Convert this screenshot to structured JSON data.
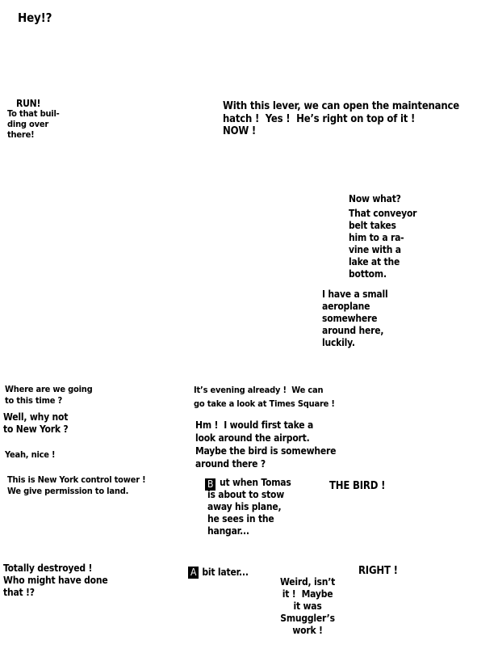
{
  "captions": {
    "hey": "Hey!?",
    "run": "RUN!",
    "building": "To that buil-\nding over\nthere!",
    "lever": "With this lever, we can open the maintenance\nhatch !  Yes !  He’s right on top of it !\nNOW !",
    "now_what": "Now what?",
    "conveyor": "That conveyor\nbelt takes\nhim to a ra-\nvine with a\nlake at the\nbottom.",
    "aeroplane": "I have a small\naeroplane\nsomewhere\naround here,\nluckily.",
    "where_going": "Where are we going\nto this time ?",
    "evening": "It’s evening already !  We can\ngo take a look at Times Square !",
    "new_york": "Well, why not\nto New York ?",
    "airport": "Hm !  I would first take a\nlook around the airport.\nMaybe the bird is somewhere\naround there ?",
    "yeah_nice": "Yeah, nice !",
    "control_tower": "This is New York control tower !\nWe give permission to land.",
    "tomas_letter": "B",
    "tomas": "ut when Tomas\nis about to stow\naway his plane,\nhe sees in the\nhangar...",
    "the_bird": "THE BIRD !",
    "destroyed": "Totally destroyed !\nWho might have done\nthat !?",
    "later_letter": "A",
    "later": "bit later...",
    "right": "RIGHT !",
    "weird": "Weird, isn’t\nit !  Maybe\nit was\nSmuggler’s\nwork !"
  }
}
